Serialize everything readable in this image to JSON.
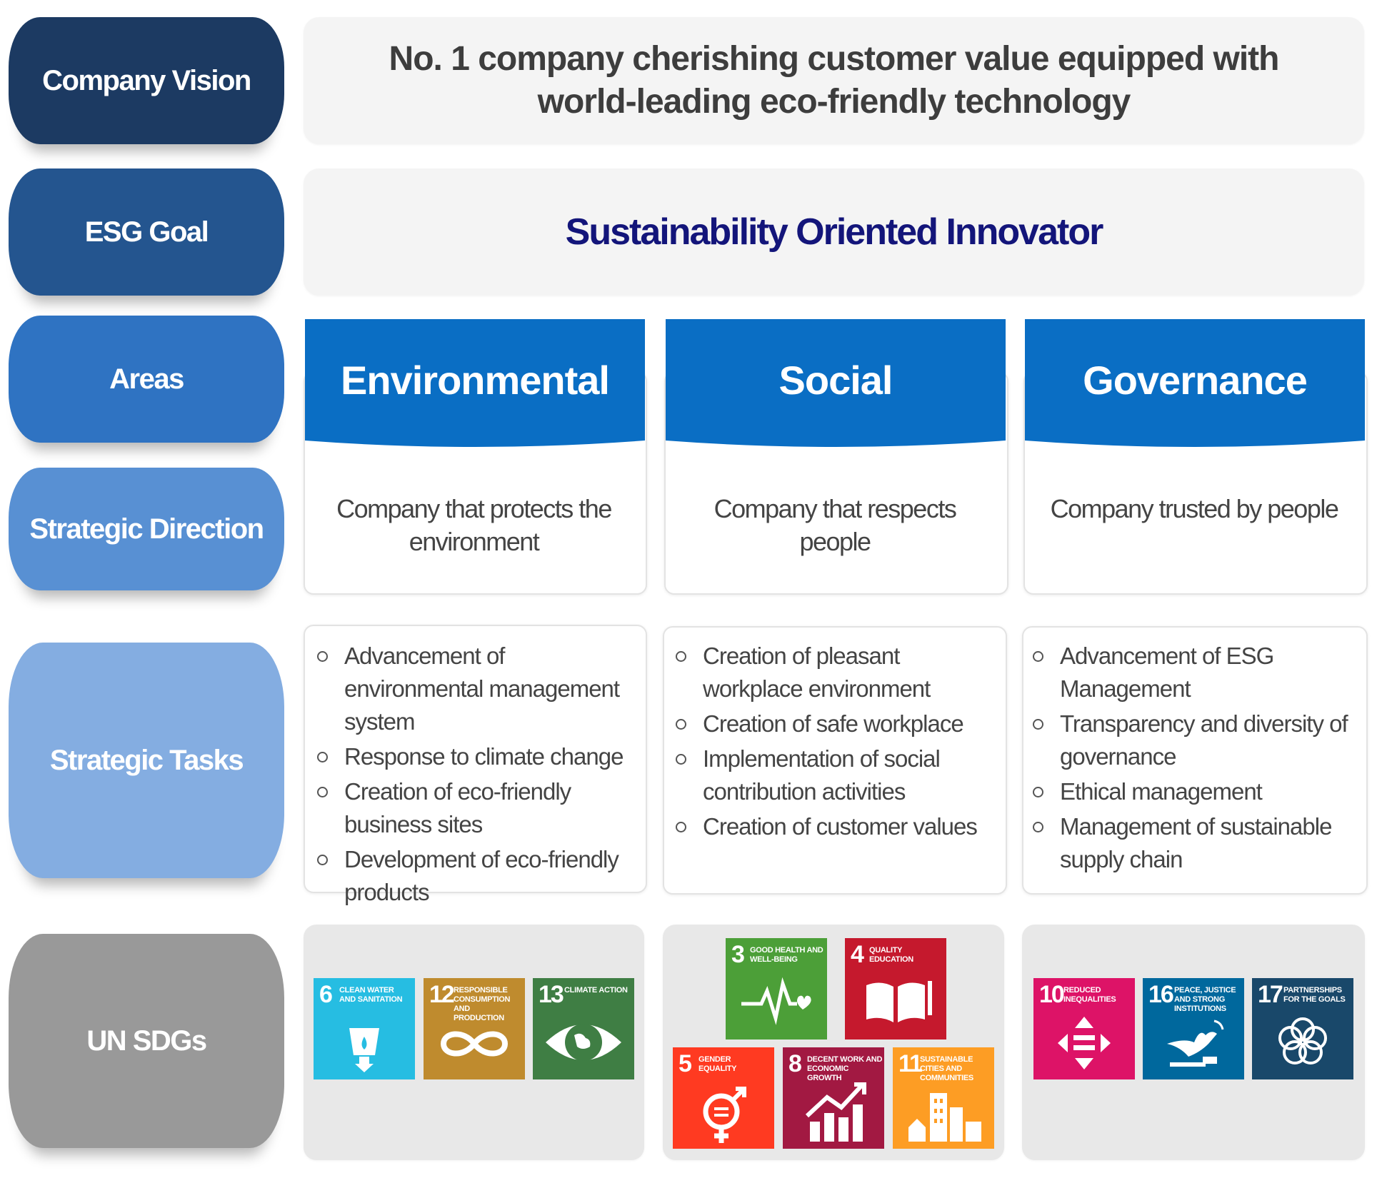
{
  "rows": {
    "vision": "Company Vision",
    "goal": "ESG Goal",
    "areas": "Areas",
    "direction": "Strategic Direction",
    "tasks": "Strategic Tasks",
    "sdgs": "UN SDGs"
  },
  "vision_text_line1": "No. 1 company cherishing customer value equipped with",
  "vision_text_line2": "world-leading eco-friendly technology",
  "goal_text": "Sustainability Oriented Innovator",
  "areas": [
    {
      "name": "Environmental",
      "direction": "Company that protects the environment",
      "tasks": [
        "Advancement of environmental management system",
        "Response to climate change",
        "Creation of eco-friendly business sites",
        "Development of eco-friendly products"
      ]
    },
    {
      "name": "Social",
      "direction": "Company that respects people",
      "tasks": [
        "Creation of pleasant workplace environment",
        "Creation of safe workplace",
        "Implementation of social contribution activities",
        "Creation of customer values"
      ]
    },
    {
      "name": "Governance",
      "direction": "Company trusted by people",
      "tasks": [
        "Advancement of ESG Management",
        "Transparency and diversity of governance",
        "Ethical management",
        "Management of sustainable supply chain"
      ]
    }
  ],
  "sdgs": {
    "env": [
      {
        "num": "6",
        "name": "Clean water and sanitation",
        "color": "#26bde2"
      },
      {
        "num": "12",
        "name": "Responsible consumption and production",
        "color": "#bf8b2e"
      },
      {
        "num": "13",
        "name": "Climate action",
        "color": "#3f7e44"
      }
    ],
    "soc": [
      {
        "num": "3",
        "name": "Good health and well-being",
        "color": "#4c9f38"
      },
      {
        "num": "4",
        "name": "Quality education",
        "color": "#c5192d"
      },
      {
        "num": "5",
        "name": "Gender equality",
        "color": "#ff3a21"
      },
      {
        "num": "8",
        "name": "Decent work and economic growth",
        "color": "#a21942"
      },
      {
        "num": "11",
        "name": "Sustainable cities and communities",
        "color": "#fd9d24"
      }
    ],
    "gov": [
      {
        "num": "10",
        "name": "Reduced inequalities",
        "color": "#dd1367"
      },
      {
        "num": "16",
        "name": "Peace, justice and strong institutions",
        "color": "#00689d"
      },
      {
        "num": "17",
        "name": "Partnerships for the goals",
        "color": "#19486a"
      }
    ]
  },
  "colors": {
    "area_banner": "#0a6ec4",
    "goal_text": "#13157a"
  }
}
